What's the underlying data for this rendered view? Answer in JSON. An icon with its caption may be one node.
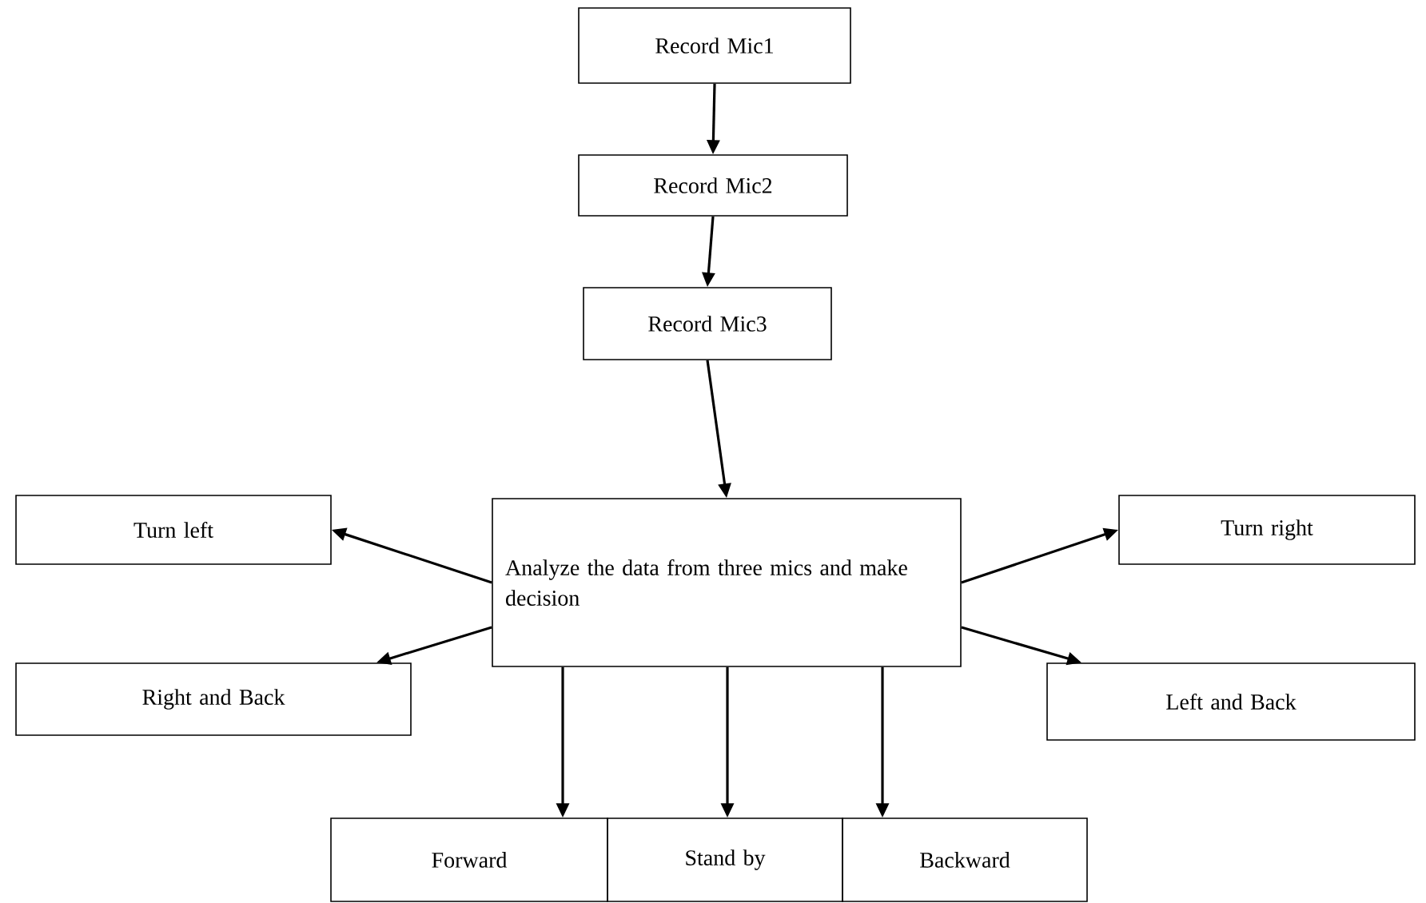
{
  "diagram": {
    "nodes": [
      {
        "text": [
          "Record Mic1"
        ]
      },
      {
        "text": [
          "Record Mic2"
        ]
      },
      {
        "text": [
          "Record Mic3"
        ]
      },
      {
        "text": [
          "Analyze the data from three mics and make decision"
        ]
      },
      {
        "text": [
          "Turn left"
        ]
      },
      {
        "text": [
          "Turn right"
        ]
      },
      {
        "text": [
          "Right and Back"
        ]
      },
      {
        "text": [
          "Left and Back"
        ]
      },
      {
        "text": [
          "Forward"
        ]
      },
      {
        "text": [
          "Stand by"
        ]
      },
      {
        "text": [
          "Backward"
        ]
      }
    ],
    "edges": [
      {
        "from": 0,
        "to": 1,
        "arrow": "to"
      },
      {
        "from": 1,
        "to": 2,
        "arrow": "to"
      },
      {
        "from": 2,
        "to": 3,
        "arrow": "to"
      },
      {
        "from": 3,
        "to": 4,
        "arrow": "to"
      },
      {
        "from": 3,
        "to": 5,
        "arrow": "to"
      },
      {
        "from": 3,
        "to": 6,
        "arrow": "to"
      },
      {
        "from": 3,
        "to": 7,
        "arrow": "to"
      },
      {
        "from": 3,
        "to": 8,
        "arrow": "to"
      },
      {
        "from": 3,
        "to": 9,
        "arrow": "to"
      },
      {
        "from": 3,
        "to": 10,
        "arrow": "to"
      }
    ]
  }
}
